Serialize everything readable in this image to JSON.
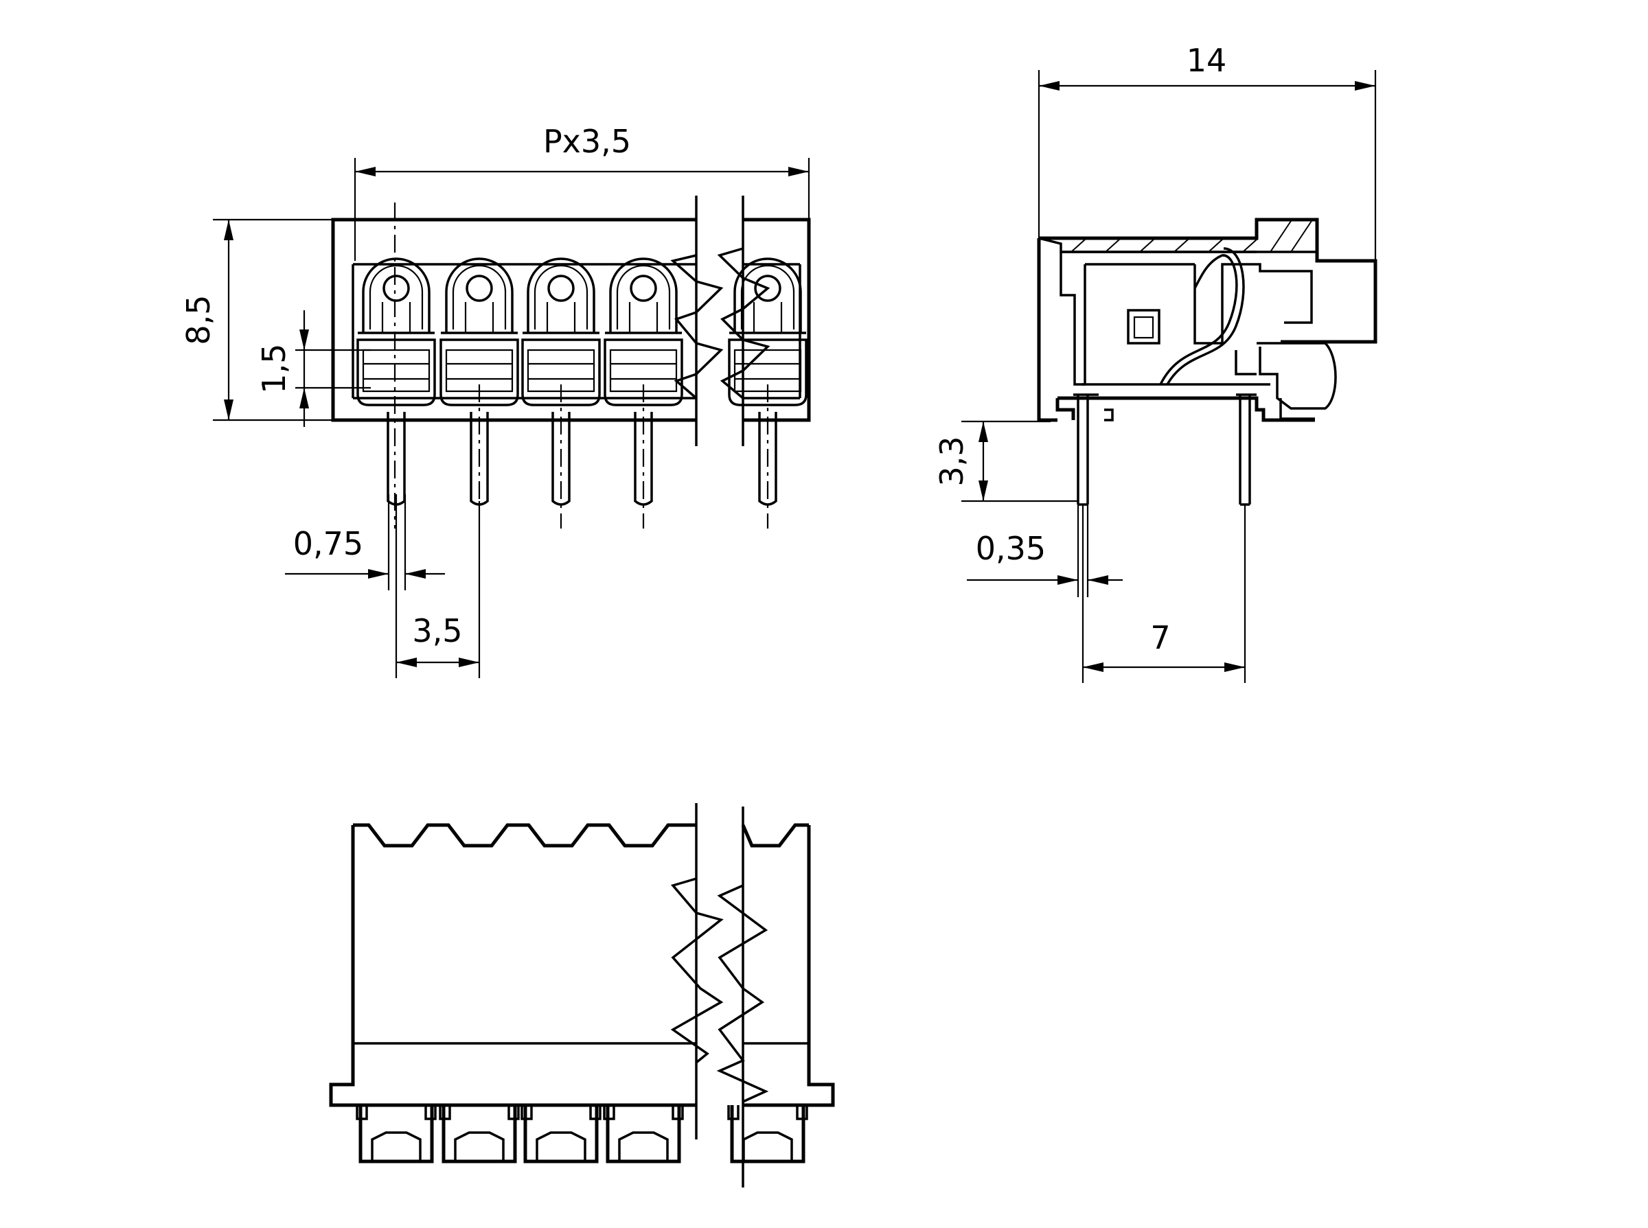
{
  "dimensions": {
    "pitch_total": "Px3,5",
    "height": "8,5",
    "window": "1,5",
    "pin_width": "0,75",
    "pitch": "3,5",
    "depth": "14",
    "pin_length": "3,3",
    "pin_thickness": "0,35",
    "pin_spacing": "7"
  }
}
